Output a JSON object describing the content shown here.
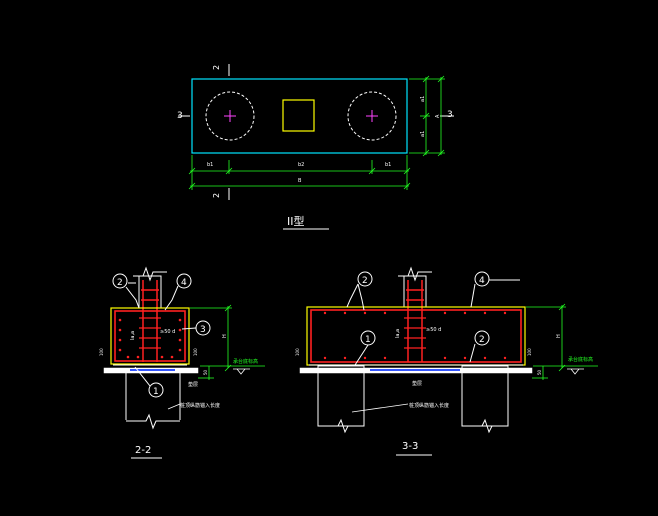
{
  "colors": {
    "background": "#000000",
    "cyan": "#00e5ff",
    "white": "#ffffff",
    "yellow": "#ffff00",
    "red": "#ff2020",
    "green": "#22ff22",
    "magenta": "#ff44ff",
    "blue": "#3355ff"
  },
  "plan": {
    "title": "II型",
    "section_mark_2": "2",
    "section_mark_3": "3",
    "dims": {
      "b1_left": "b1",
      "b2": "b2",
      "b1_right": "b1",
      "total_b": "B",
      "a1_top": "a1",
      "total_a": "A",
      "a1_bottom": "a1"
    }
  },
  "section_2": {
    "title": "2-2",
    "callouts": [
      "2",
      "4",
      "3",
      "1"
    ],
    "anchor_label": "≥50 d",
    "la_label": "la,a",
    "dim_100_left": "100",
    "dim_100_right": "100",
    "dim_h": "H",
    "dim_50": "50",
    "cushion_label": "垫层",
    "cap_label": "承台底标高",
    "pile_note": "桩顶纵筋锚入长度"
  },
  "section_3": {
    "title": "3-3",
    "callouts": [
      "2",
      "4",
      "1",
      "2"
    ],
    "anchor_label": "≥50 d",
    "la_label": "la,a",
    "dim_100_left": "100",
    "dim_100_right": "100",
    "dim_h": "H",
    "dim_50": "50",
    "cushion_label": "垫层",
    "cap_label": "承台底标高",
    "pile_note": "桩顶纵筋锚入长度"
  }
}
